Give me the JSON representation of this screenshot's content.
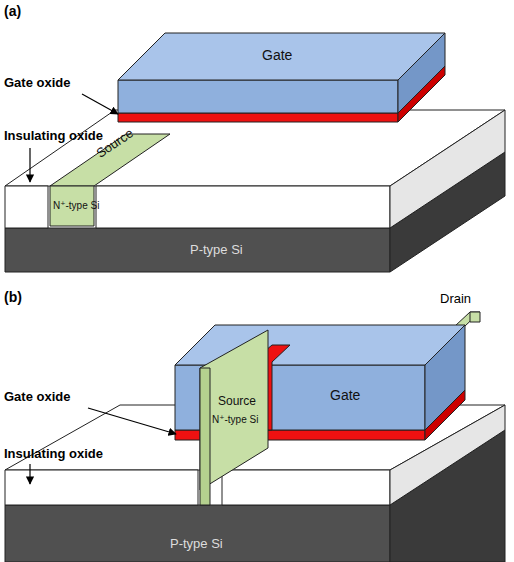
{
  "diagram": {
    "labels": [
      "(a)",
      "Gate oxide",
      "Insulating oxide",
      "Gate",
      "Source",
      "N⁺-type Si",
      "P-type Si",
      "(b)",
      "Drain",
      "Gate oxide",
      "Source",
      "N⁺-type Si",
      "Gate",
      "Insulating oxide",
      "P-type Si"
    ]
  }
}
